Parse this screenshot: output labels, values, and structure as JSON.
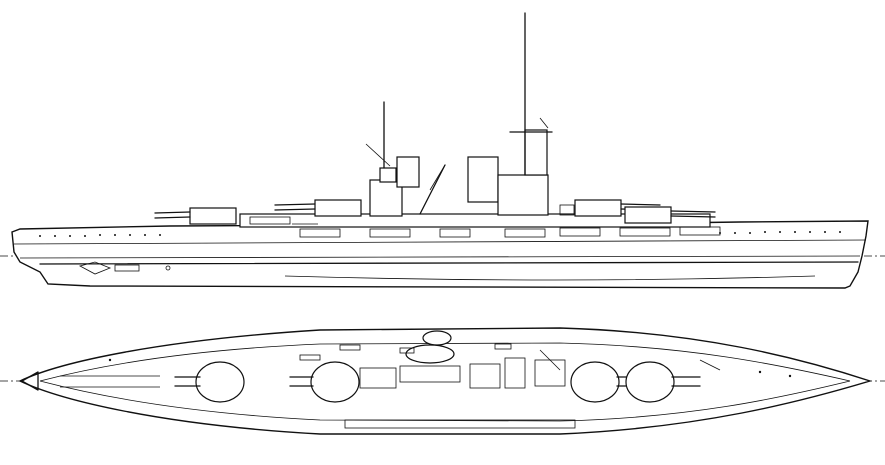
{
  "drawing": {
    "views": [
      {
        "id": "side-profile",
        "kind": "profile"
      },
      {
        "id": "plan-view",
        "kind": "plan"
      }
    ],
    "colors": {
      "ink": "#111111",
      "paper": "#ffffff"
    },
    "side_turrets": [
      0.2,
      0.255,
      0.38,
      0.7,
      0.76
    ],
    "plan_turrets": [
      0.24,
      0.38,
      0.67,
      0.74
    ]
  }
}
